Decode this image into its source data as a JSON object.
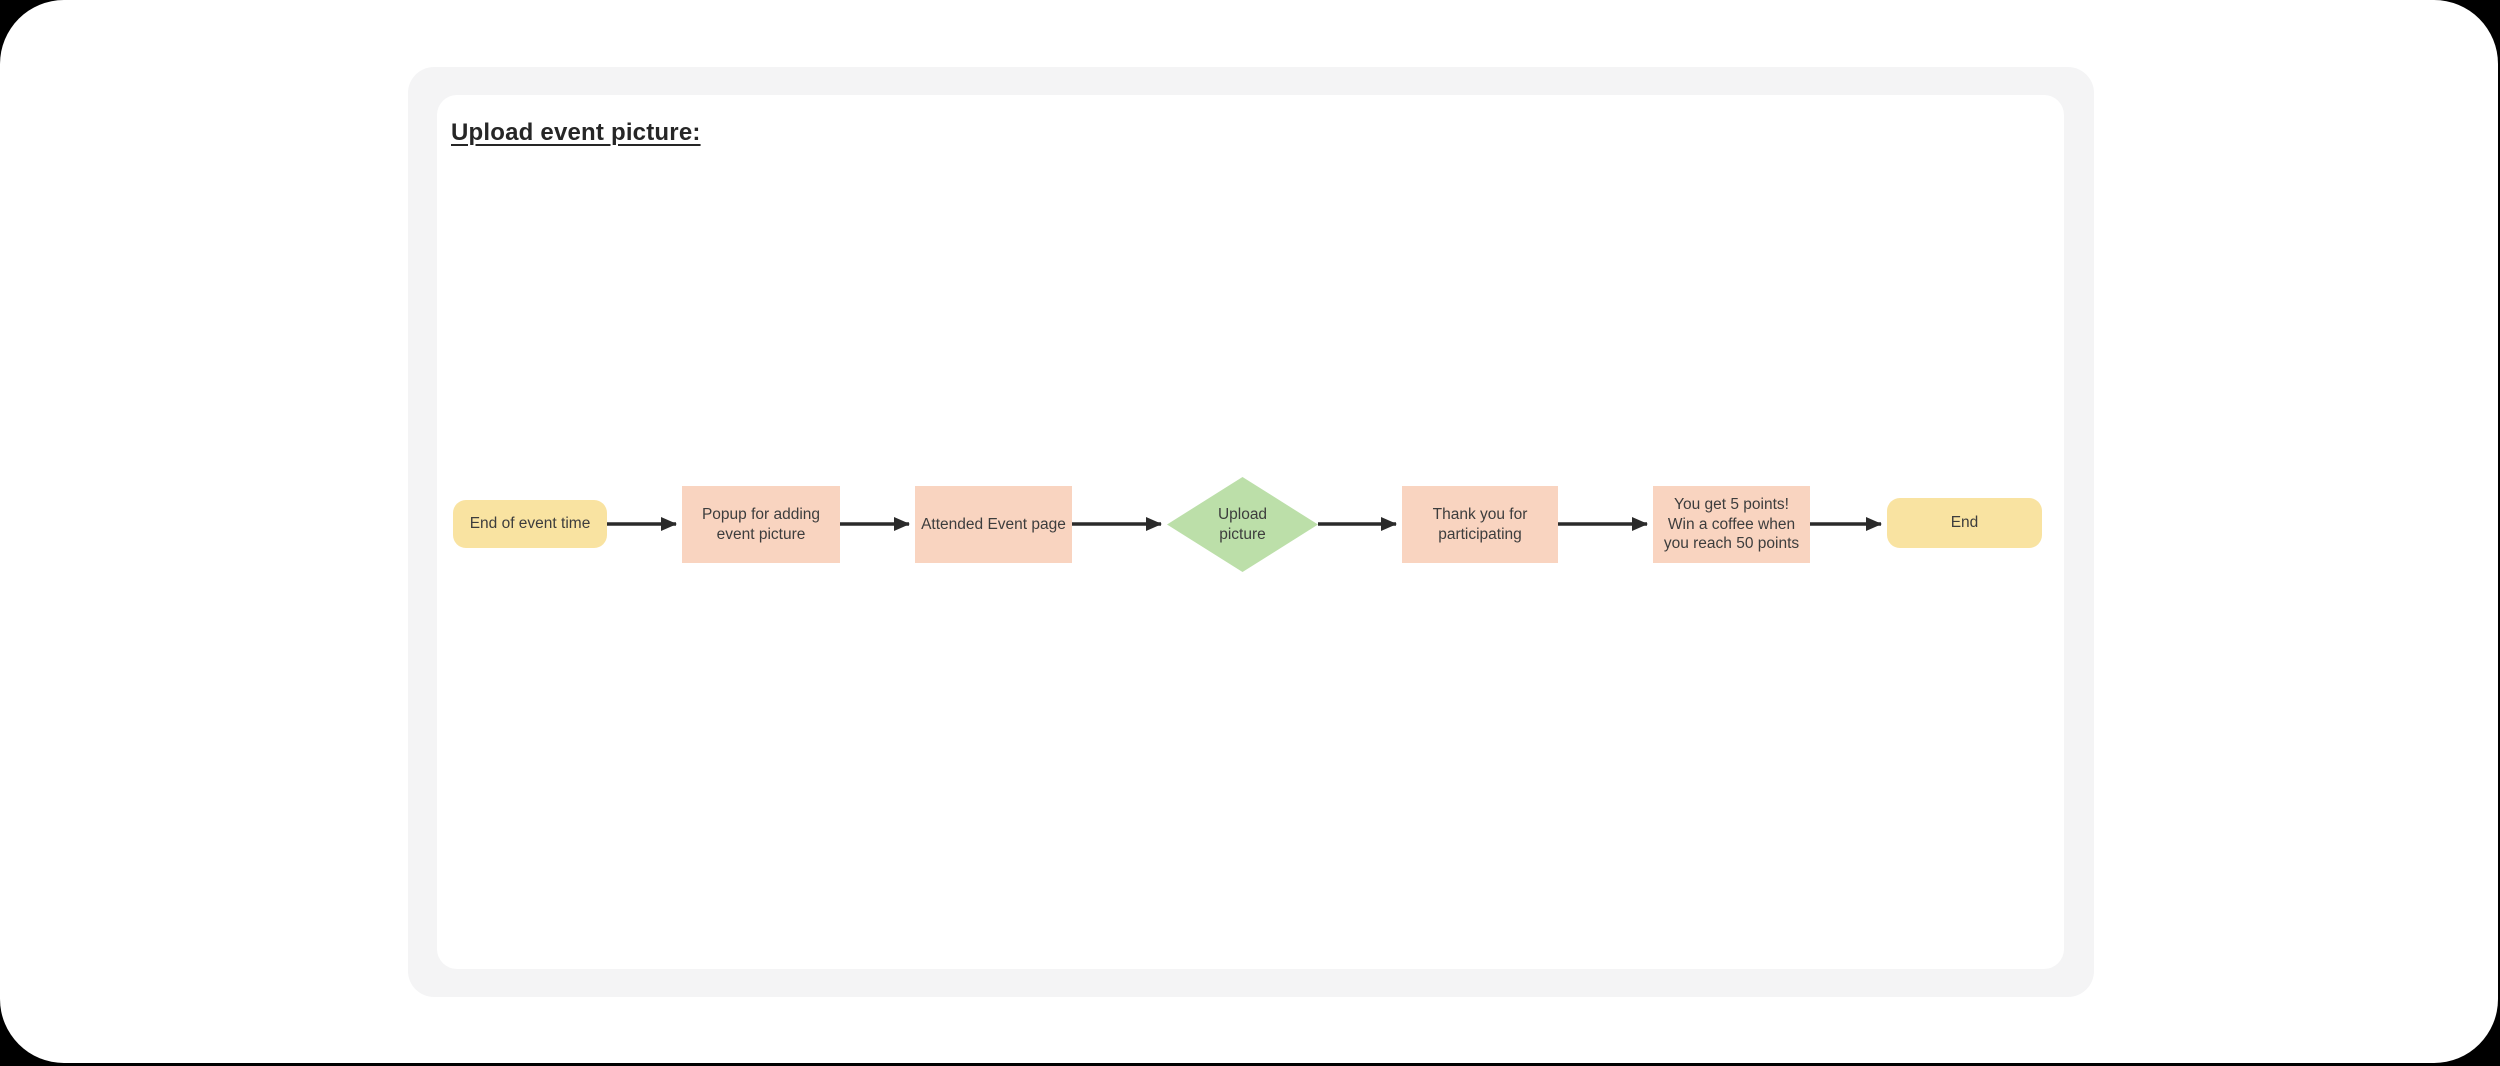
{
  "window": {
    "background_color": "#000000",
    "surface_color": "#ffffff"
  },
  "board": {
    "card_color": "#f4f4f5",
    "canvas_color": "#ffffff"
  },
  "title": {
    "text": "Upload event picture:",
    "color": "#262626"
  },
  "flowchart": {
    "connector_color": "#2b2b2b",
    "text_color": "#3d3d3d",
    "palette": {
      "terminator_yellow": "#f9e3a1",
      "process_salmon": "#f9d4c0",
      "decision_green": "#bcdfa9"
    },
    "nodes": [
      {
        "id": "end-of-event-time",
        "shape": "rounded",
        "label": "End of event time",
        "fill": "#f9e3a1"
      },
      {
        "id": "popup-for-adding-event-picture",
        "shape": "rectangle",
        "label": "Popup for adding\nevent picture",
        "fill": "#f9d4c0"
      },
      {
        "id": "attended-event-page",
        "shape": "rectangle",
        "label": "Attended Event page",
        "fill": "#f9d4c0"
      },
      {
        "id": "upload-picture",
        "shape": "diamond",
        "label": "Upload\npicture",
        "fill": "#bcdfa9"
      },
      {
        "id": "thank-you-for-participating",
        "shape": "rectangle",
        "label": "Thank you for\nparticipating",
        "fill": "#f9d4c0"
      },
      {
        "id": "points-reward",
        "shape": "rectangle",
        "label": "You get 5 points!\nWin a coffee when\nyou reach 50 points",
        "fill": "#f9d4c0"
      },
      {
        "id": "end",
        "shape": "rounded",
        "label": "End",
        "fill": "#f9e3a1"
      }
    ]
  }
}
